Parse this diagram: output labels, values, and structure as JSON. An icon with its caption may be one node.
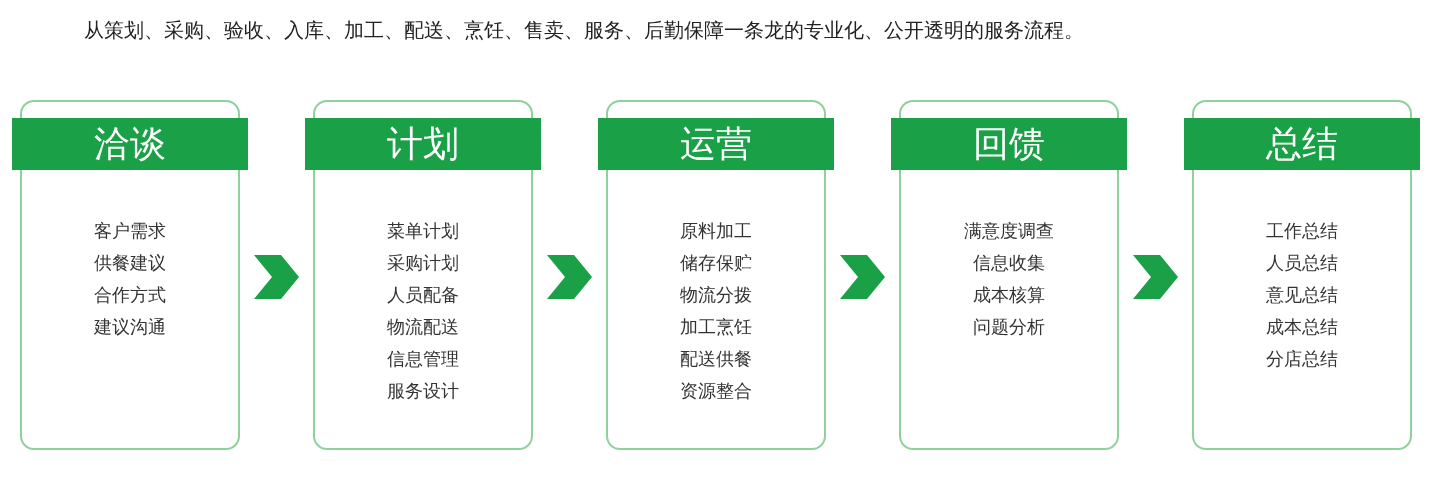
{
  "diagram": {
    "title": "从策划、采购、验收、入库、加工、配送、烹饪、售卖、服务、后勤保障一条龙的专业化、公开透明的服务流程。",
    "nodes": [
      {
        "text": [
          "洽谈",
          "客户需求",
          "供餐建议",
          "合作方式",
          "建议沟通"
        ]
      },
      {
        "text": [
          "计划",
          "菜单计划",
          "采购计划",
          "人员配备",
          "物流配送",
          "信息管理",
          "服务设计"
        ]
      },
      {
        "text": [
          "运营",
          "原料加工",
          "储存保贮",
          "物流分拨",
          "加工烹饪",
          "配送供餐",
          "资源整合"
        ]
      },
      {
        "text": [
          "回馈",
          "满意度调查",
          "信息收集",
          "成本核算",
          "问题分析"
        ]
      },
      {
        "text": [
          "总结",
          "工作总结",
          "人员总结",
          "意见总结",
          "成本总结",
          "分店总结"
        ]
      }
    ],
    "edges": [
      {
        "from": 0,
        "to": 1,
        "arrow": "to"
      },
      {
        "from": 1,
        "to": 2,
        "arrow": "to"
      },
      {
        "from": 2,
        "to": 3,
        "arrow": "to"
      },
      {
        "from": 3,
        "to": 4,
        "arrow": "to"
      }
    ]
  }
}
